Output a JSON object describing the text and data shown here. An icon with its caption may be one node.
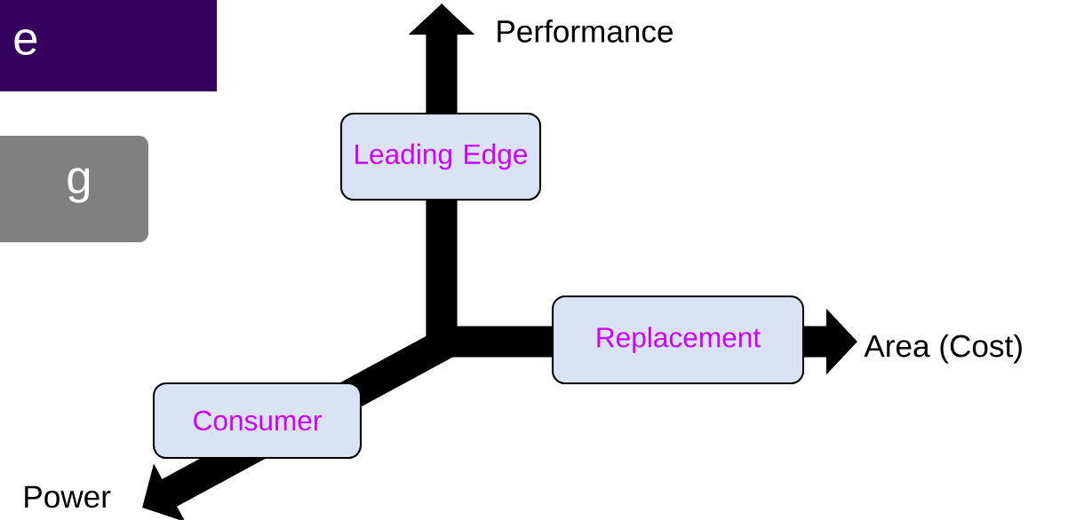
{
  "diagram": {
    "nodes": [
      {
        "text": [
          "e"
        ]
      },
      {
        "text": [
          "g"
        ]
      },
      {
        "text": [
          "Leading Edge"
        ]
      },
      {
        "text": [
          "Replacement"
        ]
      },
      {
        "text": [
          "Consumer"
        ]
      }
    ],
    "labels": [
      "Performance",
      "Area (Cost)",
      "Power"
    ]
  }
}
